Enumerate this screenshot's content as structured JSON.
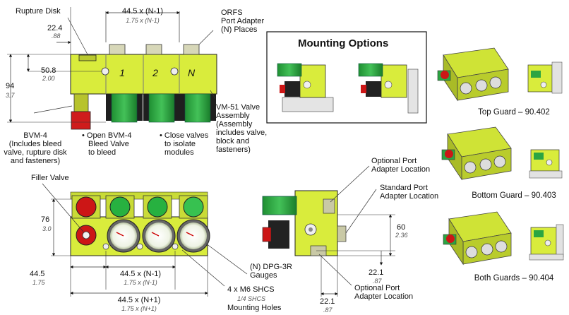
{
  "top_view": {
    "rupture_disk": "Rupture Disk",
    "dim_top_width": "44.5 x (N-1)",
    "dim_top_width_in": "1.75 x (N-1)",
    "orfs_line1": "ORFS",
    "orfs_line2": "Port Adapter",
    "orfs_line3": "(N) Places",
    "dim_22_4": "22.4",
    "dim_22_4_in": ".88",
    "dim_50_8": "50.8",
    "dim_50_8_in": "2.00",
    "dim_94": "94",
    "dim_94_in": "3.7",
    "module_labels": [
      "1",
      "2",
      "N"
    ],
    "bvm_lines": [
      "BVM-4",
      "(Includes bleed",
      "valve, rupture disk",
      "and fasteners)"
    ],
    "open_lines": [
      "• Open BVM-4",
      "Bleed Valve",
      "to bleed"
    ],
    "close_lines": [
      "• Close valves",
      "to isolate",
      "modules"
    ],
    "vm51_lines": [
      "VM-51 Valve",
      "Assembly",
      "(Assembly",
      "includes valve,",
      "block and",
      "fasteners)"
    ]
  },
  "front_view": {
    "filler_valve": "Filler Valve",
    "dim_76": "76",
    "dim_76_in": "3.0",
    "dim_44_5": "44.5",
    "dim_44_5_in": "1.75",
    "dim_mid": "44.5 x (N-1)",
    "dim_mid_in": "1.75 x (N-1)",
    "dim_bottom": "44.5 x (N+1)",
    "dim_bottom_in": "1.75 x (N+1)",
    "gauges_lines": [
      "(N) DPG-3R",
      "Gauges"
    ],
    "shcs_line1": "4 x M6 SHCS",
    "shcs_line2": "1/4 SHCS",
    "shcs_line3": "Mounting Holes"
  },
  "side_view": {
    "opt_port_top": [
      "Optional Port",
      "Adapter Location"
    ],
    "std_port": [
      "Standard Port",
      "Adapter Location"
    ],
    "dim_60": "60",
    "dim_60_in": "2.36",
    "dim_22_1_a": "22.1",
    "dim_22_1_a_in": ".87",
    "dim_22_1_b": "22.1",
    "dim_22_1_b_in": ".87",
    "opt_port_bottom": [
      "Optional Port",
      "Adapter Location"
    ]
  },
  "mounting_options": {
    "title": "Mounting Options"
  },
  "guards": [
    {
      "caption": "Top Guard – 90.402"
    },
    {
      "caption": "Bottom Guard – 90.403"
    },
    {
      "caption": "Both Guards – 90.404"
    }
  ],
  "colors": {
    "body_yellow": "#d9ec3c",
    "valve_green": "#22a43a",
    "handle_dark": "#222222",
    "red_button": "#d01818"
  }
}
